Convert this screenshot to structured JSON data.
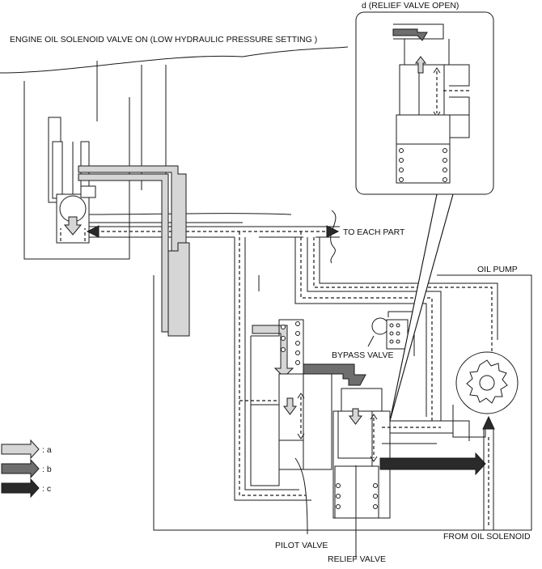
{
  "labels": {
    "title": "ENGINE OIL SOLENOID VALVE ON (LOW HYDRAULIC PRESSURE SETTING )",
    "detail": "d (RELIEF VALVE OPEN)",
    "to_each_part": "TO EACH PART",
    "oil_pump": "OIL PUMP",
    "bypass_valve": "BYPASS VALVE",
    "pilot_valve": "PILOT VALVE",
    "relief_valve": "RELIEF VALVE",
    "from_oil_solenoid": "FROM OIL SOLENOID"
  },
  "legend": [
    {
      "key": ": a",
      "color": "#d6d6d6"
    },
    {
      "key": ": b",
      "color": "#6e6e6e"
    },
    {
      "key": ": c",
      "color": "#2a2a2a"
    }
  ]
}
